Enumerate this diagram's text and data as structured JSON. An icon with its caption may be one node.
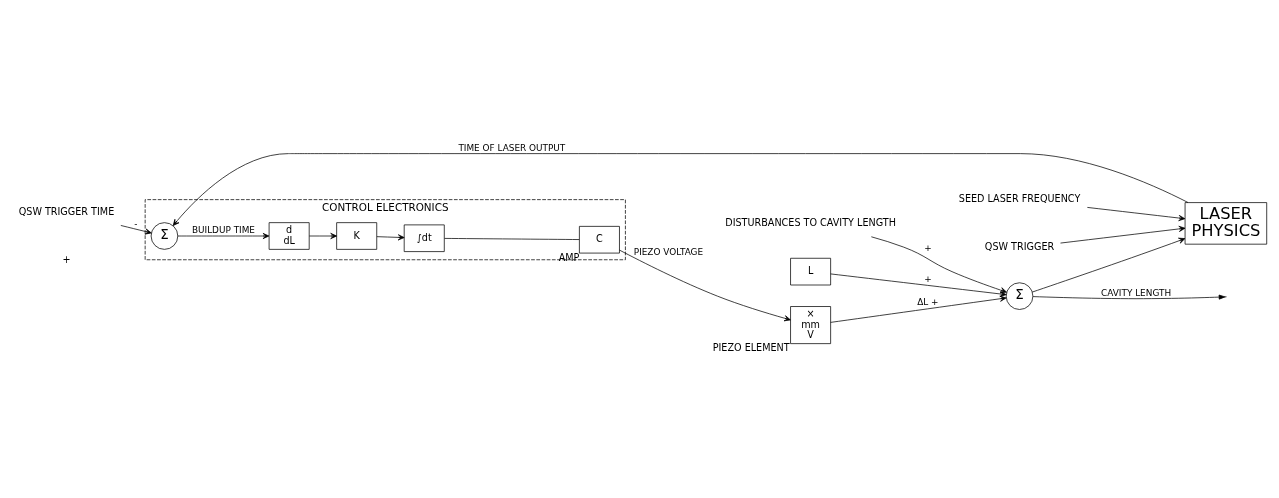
{
  "diagram": {
    "nodes": [
      {
        "text": [
          "CONTROL ELECTRONICS"
        ]
      },
      {
        "text": [
          "QSW TRIGGER TIME"
        ]
      },
      {
        "text": [
          "Σ"
        ],
        "in": 0
      },
      {
        "text": [
          "d",
          "dL"
        ],
        "in": 0
      },
      {
        "text": [
          "K"
        ],
        "in": 0
      },
      {
        "text": [
          "∫dt"
        ],
        "in": 0
      },
      {
        "text": [
          "C"
        ],
        "in": 0,
        "beside": [
          "AMP"
        ]
      },
      {
        "text": [
          "×",
          "mm",
          "V"
        ],
        "beside": [
          "PIEZO ELEMENT"
        ]
      },
      {
        "text": [
          "DISTURBANCES TO CAVITY LENGTH"
        ]
      },
      {
        "text": [
          "Σ"
        ]
      },
      {
        "text": [
          "L"
        ]
      },
      {
        "text": [
          "LASER",
          "PHYSICS"
        ]
      },
      {
        "text": [
          "SEED LASER FREQUENCY"
        ]
      },
      {
        "text": [
          "QSW TRIGGER"
        ]
      }
    ],
    "edges": [
      {
        "from": 1,
        "to": 2,
        "arrow": "to",
        "label": "-"
      },
      {
        "from": 2,
        "to": 3,
        "arrow": "to",
        "label": "BUILDUP TIME"
      },
      {
        "from": 3,
        "to": 4,
        "arrow": "to"
      },
      {
        "from": 4,
        "to": 5,
        "arrow": "to"
      },
      {
        "from": 5,
        "to": 6,
        "arrow": "none"
      },
      {
        "from": 6,
        "to": 7,
        "arrow": "to",
        "label": "PIEZO VOLTAGE"
      },
      {
        "from": 7,
        "to": 9,
        "arrow": "to",
        "label": "ΔL +"
      },
      {
        "from": 8,
        "to": 9,
        "arrow": "to",
        "label": "+"
      },
      {
        "from": 10,
        "to": 9,
        "arrow": "to",
        "label": "+"
      },
      {
        "from": 9,
        "to": null,
        "arrow": "to",
        "label": "CAVITY LENGTH"
      },
      {
        "from": 9,
        "to": 11,
        "arrow": "to"
      },
      {
        "from": 11,
        "to": 2,
        "arrow": "to",
        "label": "TIME OF LASER OUTPUT"
      },
      {
        "from": 12,
        "to": 11,
        "arrow": "to"
      },
      {
        "from": 13,
        "to": 11,
        "arrow": "to"
      }
    ],
    "labels": [
      "+"
    ]
  }
}
